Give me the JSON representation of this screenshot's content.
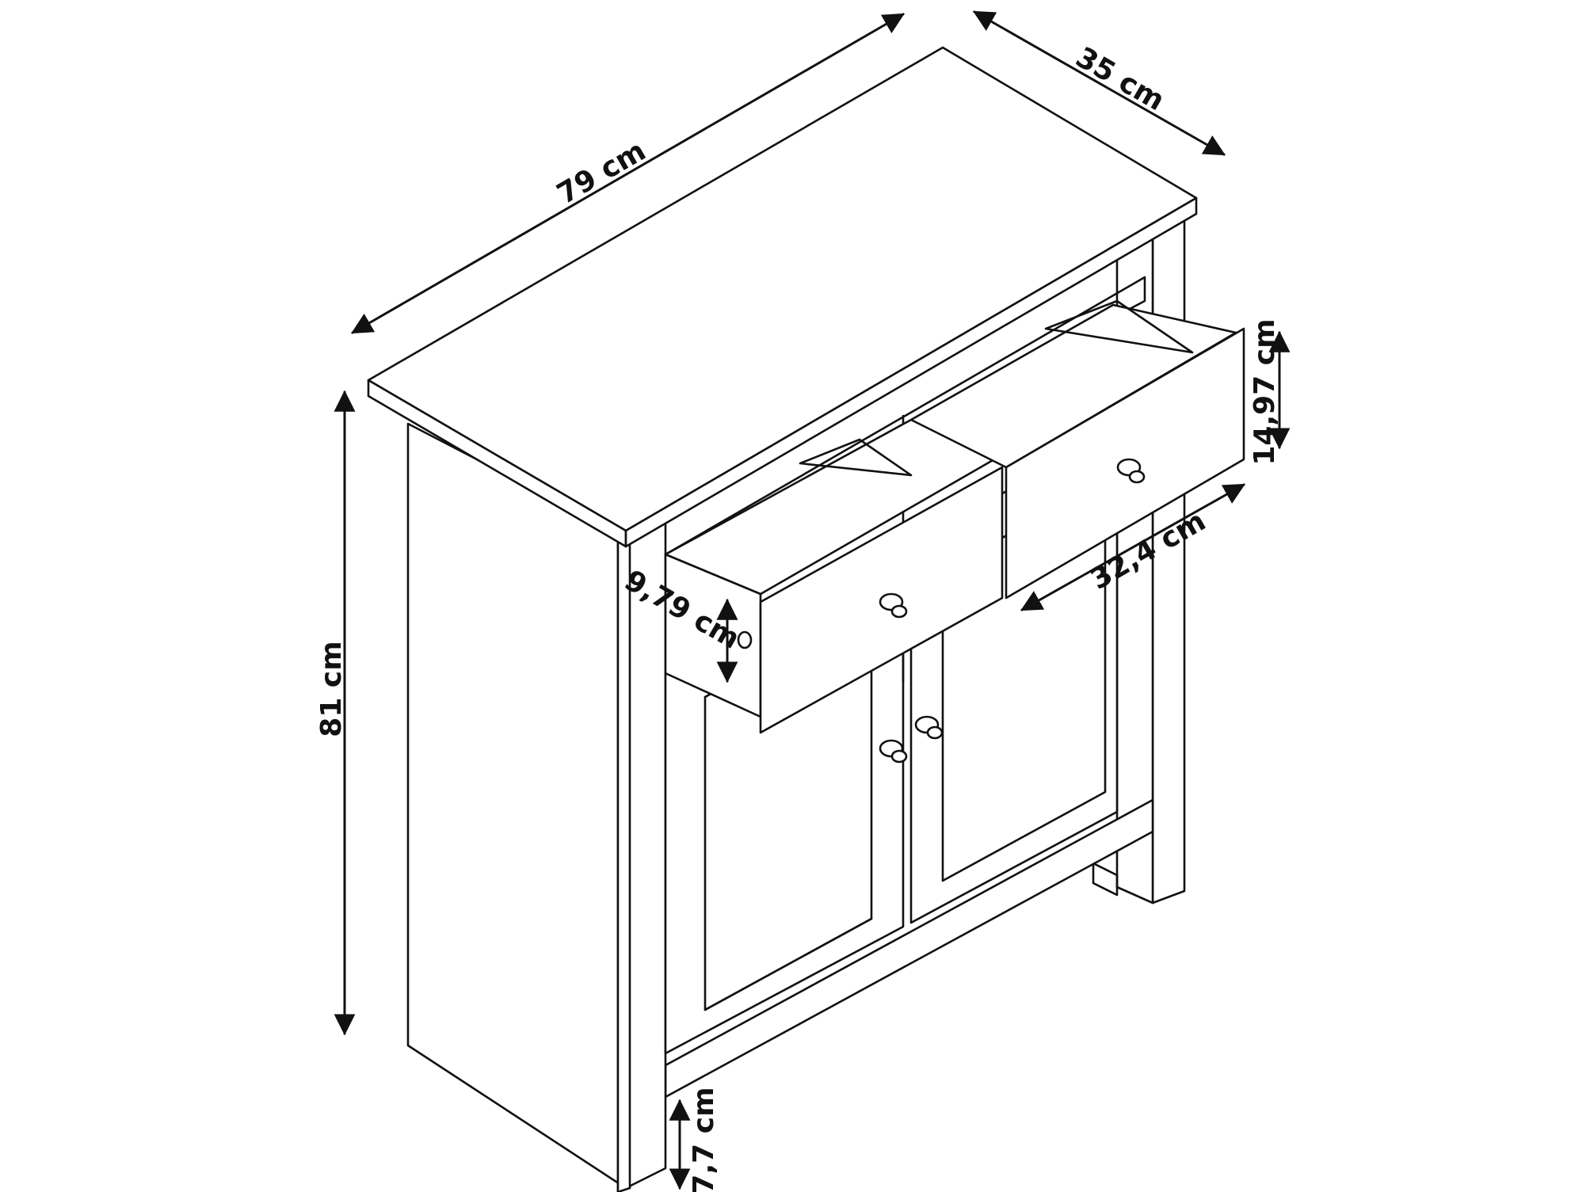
{
  "dimensions": {
    "width": "79 cm",
    "depth": "35 cm",
    "height": "81 cm",
    "drawer_height": "14,97 cm",
    "drawer_depth": "32,4 cm",
    "drawer_inner_height": "9,79 cm",
    "foot_height": "7,7 cm"
  },
  "colors": {
    "line": "#111111",
    "background": "#ffffff"
  }
}
